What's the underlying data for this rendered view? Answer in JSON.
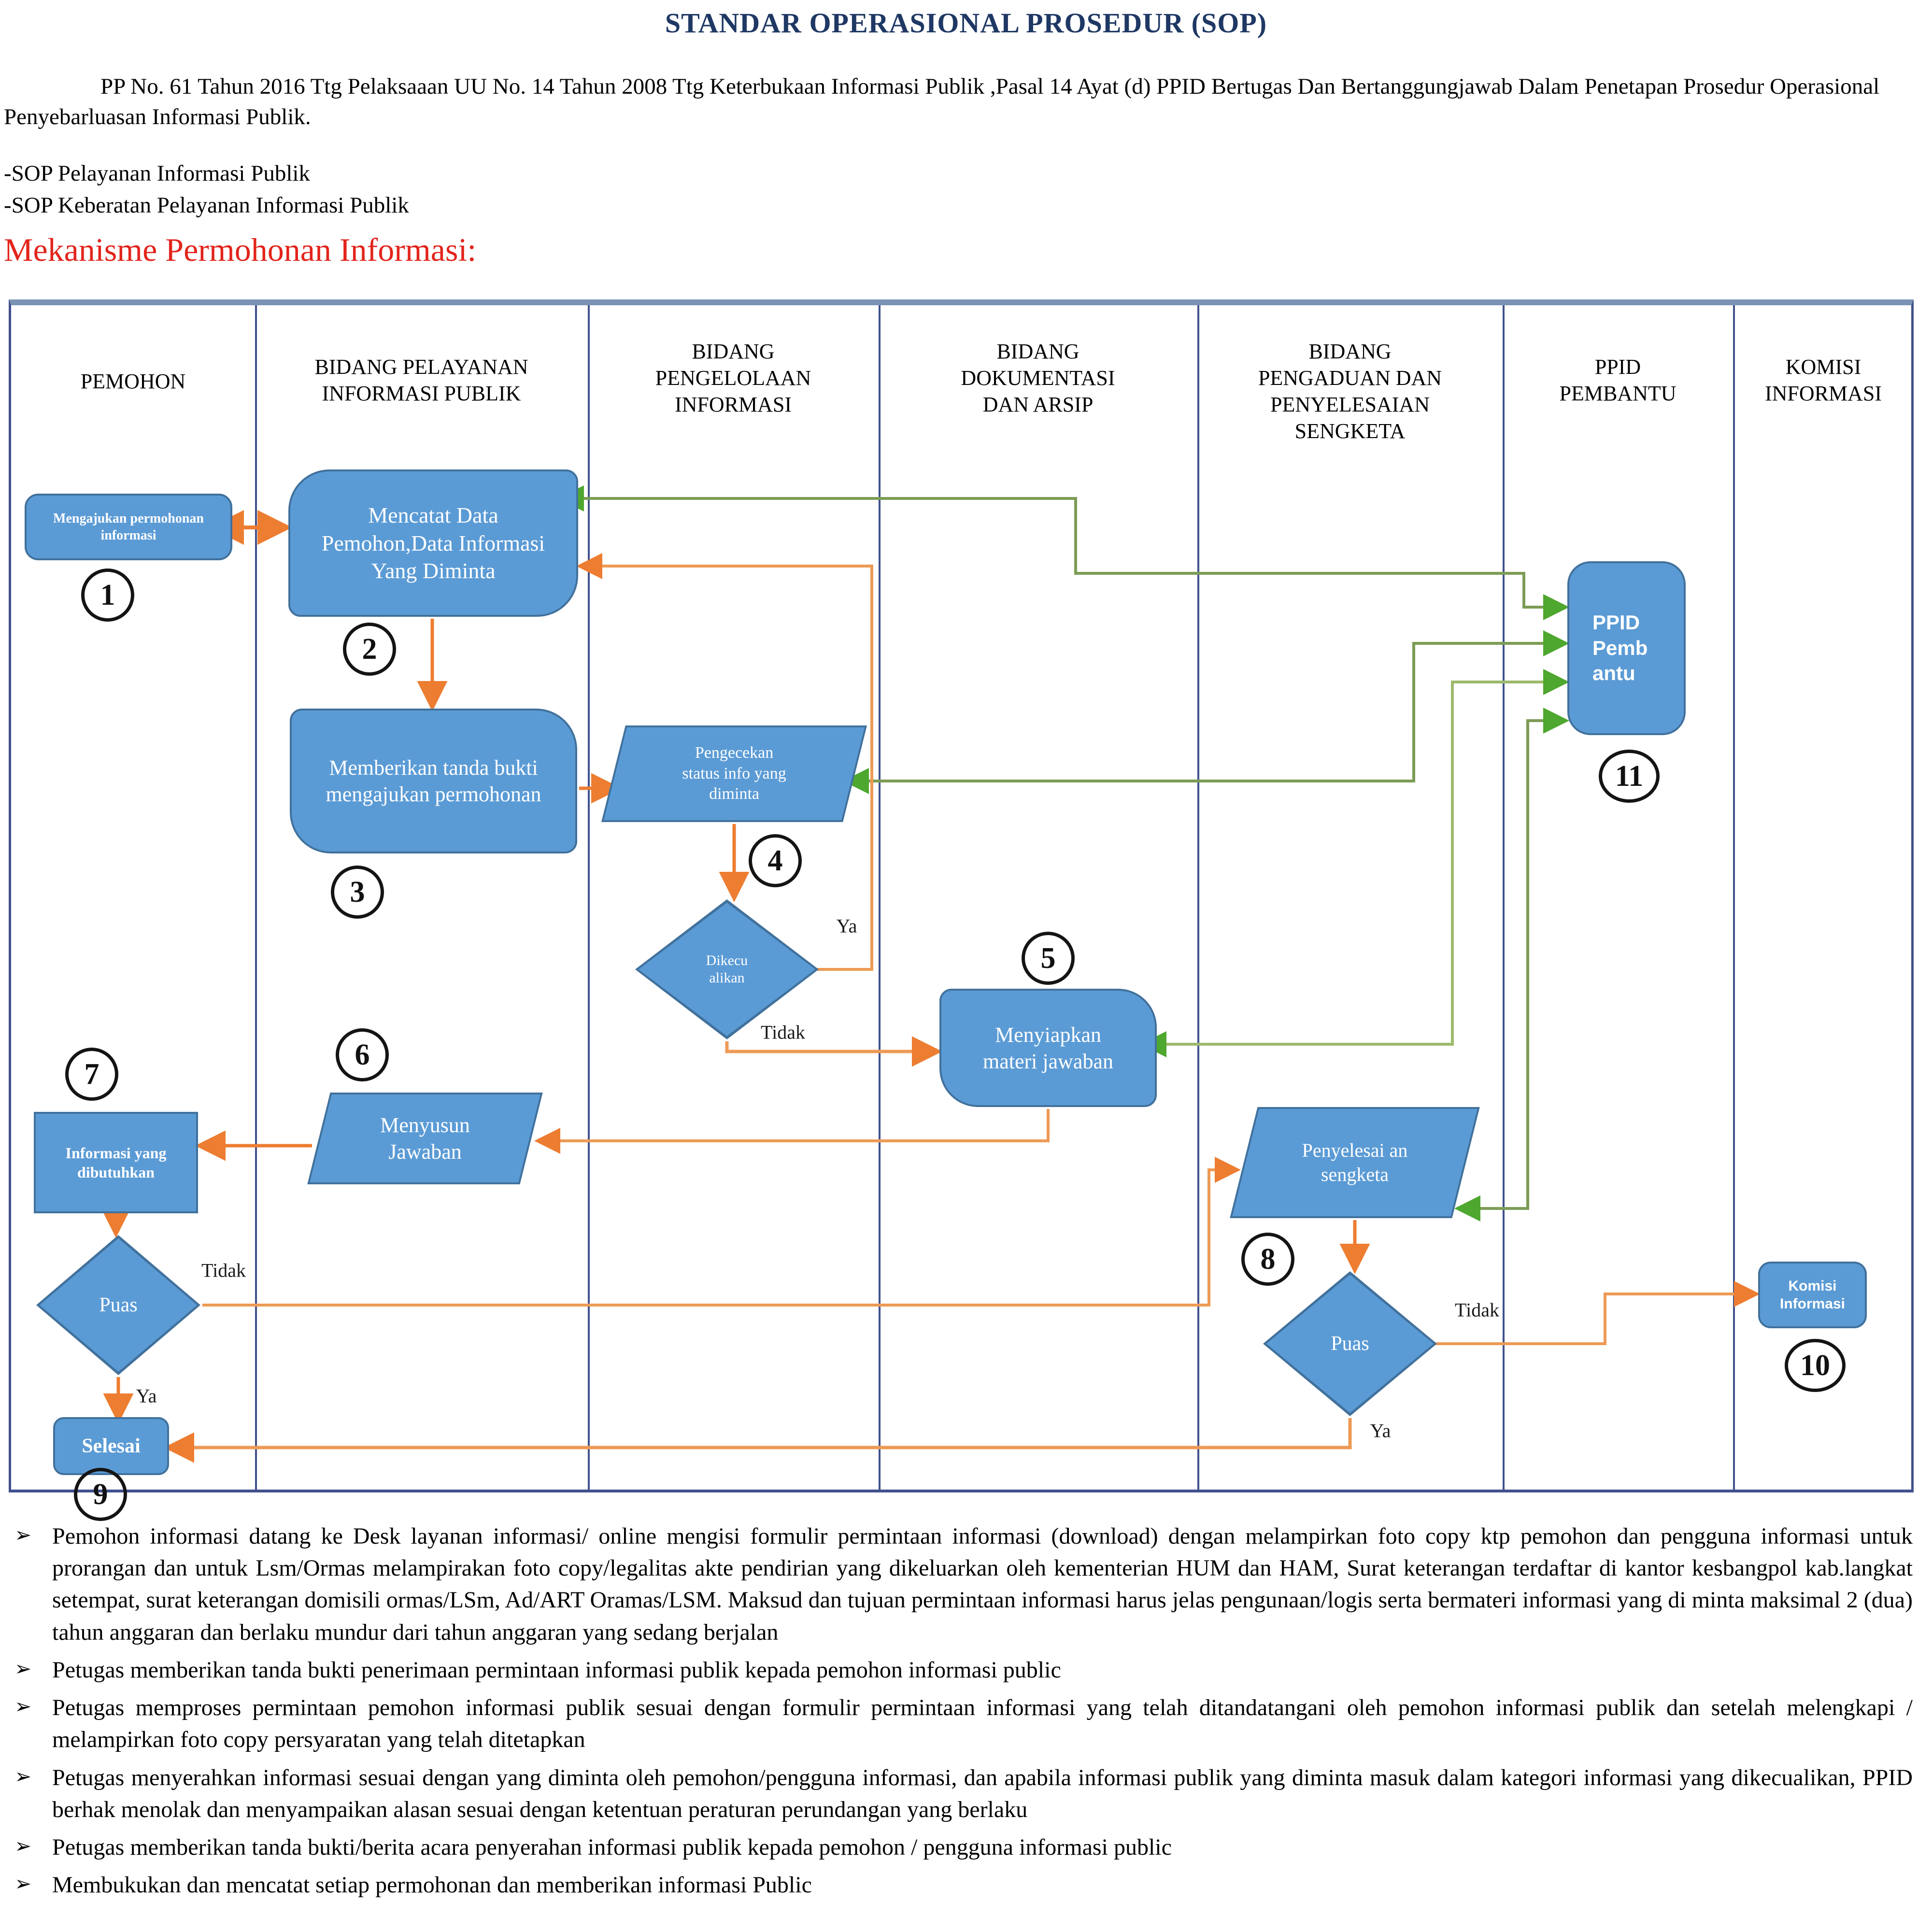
{
  "title": "STANDAR OPERASIONAL PROSEDUR (SOP)",
  "intro": "PP No. 61 Tahun 2016 Ttg Pelaksaaan UU No. 14 Tahun 2008 Ttg Keterbukaan Informasi Publik ,Pasal 14 Ayat (d) PPID Bertugas Dan Bertanggungjawab Dalam Penetapan Prosedur Operasional Penyebarluasan Informasi Publik.",
  "sop_lines": [
    "-SOP Pelayanan Informasi Publik",
    "-SOP Keberatan Pelayanan Informasi Publik"
  ],
  "section_heading": "Mekanisme Permohonan Informasi:",
  "lanes": [
    {
      "label": "PEMOHON"
    },
    {
      "label": "BIDANG PELAYANAN INFORMASI PUBLIK"
    },
    {
      "label": "BIDANG PENGELOLAAN INFORMASI"
    },
    {
      "label": "BIDANG DOKUMENTASI DAN ARSIP"
    },
    {
      "label": "BIDANG PENGADUAN DAN PENYELESAIAN SENGKETA"
    },
    {
      "label": "PPID PEMBANTU"
    },
    {
      "label": "KOMISI INFORMASI"
    }
  ],
  "flow": {
    "steps": {
      "s1": {
        "num": "1",
        "label": "Mengajukan permohonan informasi"
      },
      "s2": {
        "num": "2",
        "label": "Mencatat Data Pemohon,Data Informasi Yang Diminta"
      },
      "s3": {
        "num": "3",
        "label": "Memberikan tanda bukti mengajukan permohonan"
      },
      "s4": {
        "num": "4",
        "label": "Pengecekan status info yang diminta"
      },
      "s5": {
        "num": "5",
        "label": "Menyiapkan materi jawaban"
      },
      "s6": {
        "num": "6",
        "label": "Menyusun Jawaban"
      },
      "s7": {
        "num": "7",
        "label": "Informasi yang dibutuhkan"
      },
      "s8": {
        "num": "8",
        "label": "Penyelesai an sengketa"
      },
      "s9": {
        "num": "9",
        "label": "Selesai"
      },
      "s10": {
        "num": "10",
        "label": "Komisi Informasi"
      },
      "s11": {
        "num": "11",
        "label": "PPID Pemb antu"
      }
    },
    "decisions": {
      "d1": {
        "label": "Dikecu alikan",
        "ya": "Ya",
        "tidak": "Tidak"
      },
      "d2": {
        "label": "Puas",
        "ya": "Ya",
        "tidak": "Tidak"
      },
      "d3": {
        "label": "Puas",
        "ya": "Ya",
        "tidak": "Tidak"
      }
    }
  },
  "notes": {
    "marker": "➢",
    "items": [
      "Pemohon informasi datang ke Desk layanan informasi/ online mengisi formulir permintaan informasi (download) dengan melampirkan foto copy ktp pemohon dan pengguna informasi untuk prorangan dan untuk Lsm/Ormas melampirakan foto copy/legalitas akte pendirian yang dikeluarkan oleh kementerian HUM dan HAM, Surat keterangan terdaftar di kantor kesbangpol kab.langkat setempat, surat keterangan domisili ormas/LSm, Ad/ART Oramas/LSM. Maksud dan tujuan permintaan informasi harus jelas pengunaan/logis serta bermateri informasi yang di minta maksimal 2 (dua) tahun anggaran dan berlaku mundur dari tahun anggaran yang sedang berjalan",
      "Petugas memberikan tanda bukti penerimaan permintaan informasi publik kepada pemohon informasi public",
      "Petugas memproses permintaan pemohon informasi publik sesuai dengan formulir permintaan informasi yang telah ditandatangani oleh pemohon informasi publik dan setelah melengkapi / melampirkan foto copy persyaratan yang telah ditetapkan",
      "Petugas menyerahkan informasi sesuai dengan yang diminta oleh pemohon/pengguna informasi, dan apabila informasi publik yang diminta masuk dalam kategori informasi yang dikecualikan, PPID berhak menolak dan menyampaikan alasan sesuai dengan ketentuan peraturan perundangan yang berlaku",
      "Petugas memberikan tanda bukti/berita acara penyerahan informasi publik kepada pemohon / pengguna informasi public",
      "Membukukan dan mencatat setiap permohonan dan memberikan informasi Public"
    ]
  },
  "colors": {
    "title_navy": "#1F3864",
    "heading_red": "#E2241B",
    "shape_fill": "#5B9BD5",
    "shape_border": "#41719C",
    "arrow_orange": "#ED7D31",
    "arrow_green": "#7C9C55",
    "grid_navy": "#40518D"
  }
}
